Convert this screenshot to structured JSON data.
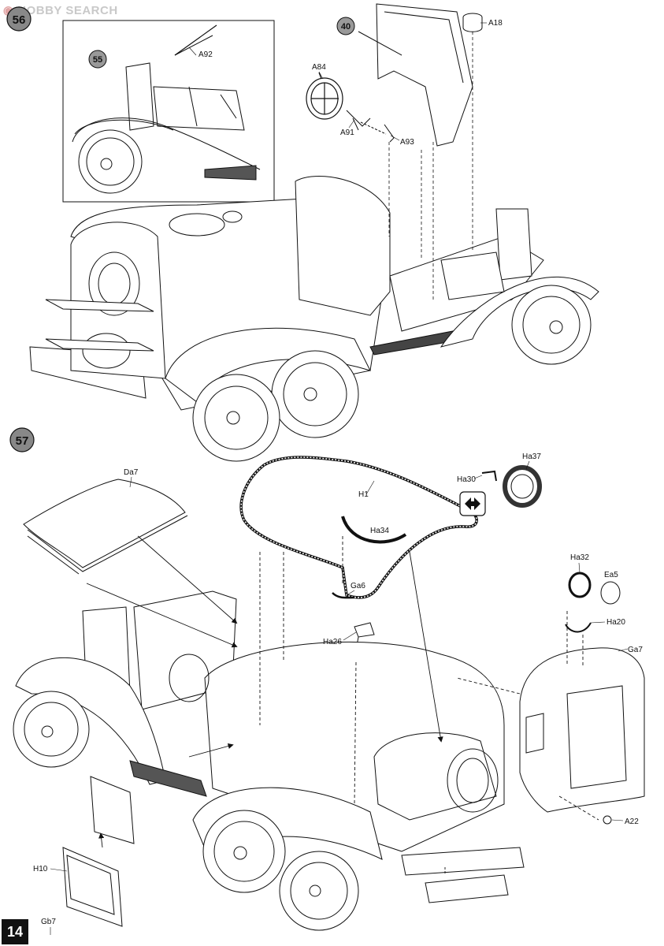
{
  "watermark": "HOBBY SEARCH",
  "page_number": "14",
  "steps": [
    {
      "number": "56",
      "sub_step": "55",
      "sub_step_2": "40"
    },
    {
      "number": "57"
    }
  ],
  "parts": {
    "A92": "A92",
    "A84": "A84",
    "A91": "A91",
    "A93": "A93",
    "A18": "A18",
    "Da7": "Da7",
    "H1": "H1",
    "Ha37": "Ha37",
    "Ha30": "Ha30",
    "Ha34": "Ha34",
    "Ga6": "Ga6",
    "Ha26": "Ha26",
    "Ha32": "Ha32",
    "Ea5": "Ea5",
    "Ha20": "Ha20",
    "Ga7": "Ga7",
    "A22": "A22",
    "H10": "H10",
    "Gb7": "Gb7"
  }
}
